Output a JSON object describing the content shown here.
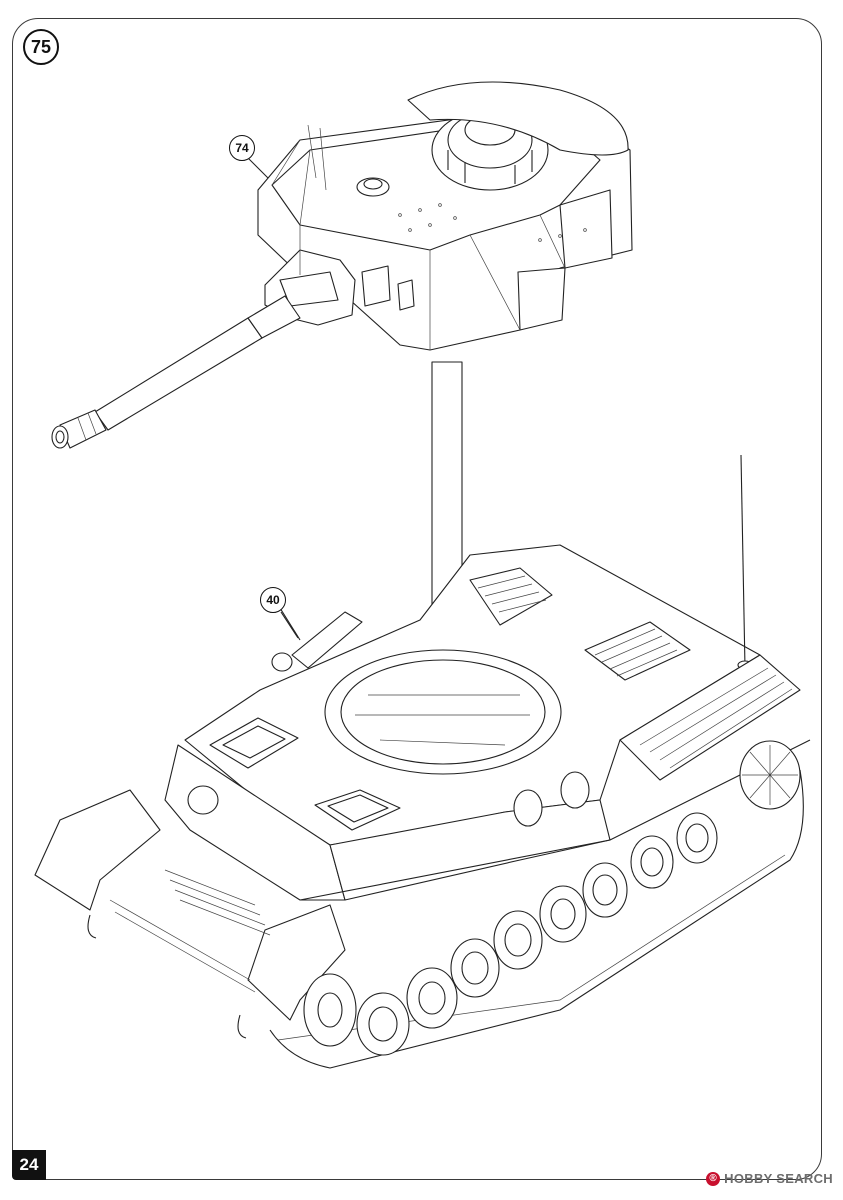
{
  "step": {
    "number": "75"
  },
  "callouts": [
    {
      "label": "74"
    },
    {
      "label": "40"
    }
  ],
  "page": {
    "number": "24"
  },
  "watermark": {
    "brand": "HOBBY SEARCH",
    "registered_mark": "®"
  },
  "colors": {
    "line": "#222222",
    "background": "#ffffff",
    "watermark_red": "#c8102e"
  }
}
